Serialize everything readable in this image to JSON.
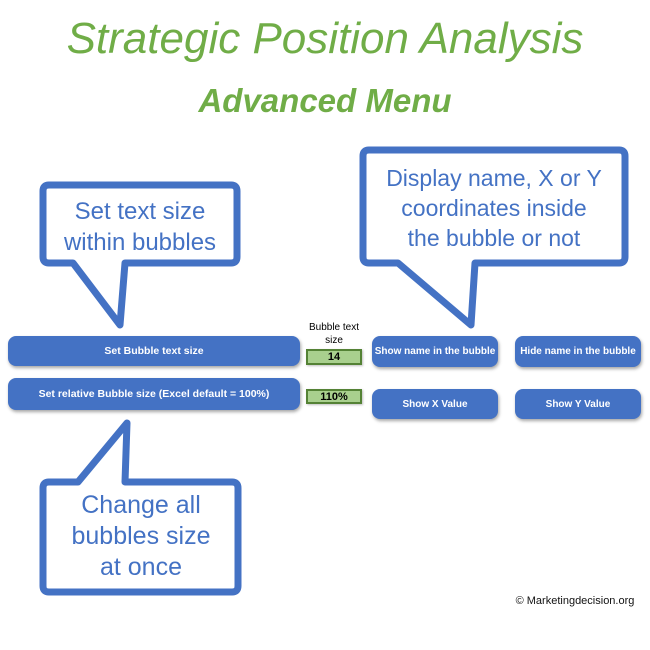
{
  "header": {
    "title": "Strategic Position Analysis",
    "subtitle": "Advanced Menu"
  },
  "callouts": {
    "set_text_size": {
      "lines": [
        "Set text size",
        "within bubbles"
      ]
    },
    "display_name": {
      "lines": [
        "Display name, X or Y",
        "coordinates inside",
        "the bubble or not"
      ]
    },
    "change_size": {
      "lines": [
        "Change all",
        "bubbles size",
        "at once"
      ]
    }
  },
  "buttons": {
    "set_bubble_text_size": "Set Bubble text size",
    "set_relative_bubble_size": "Set relative Bubble size (Excel default = 100%)",
    "show_name": "Show name in the bubble",
    "hide_name": "Hide name in the bubble",
    "show_x": "Show X Value",
    "show_y": "Show Y Value"
  },
  "cells": {
    "bubble_text_size_label": {
      "lines": [
        "Bubble text",
        "size"
      ]
    },
    "bubble_text_size_value": "14",
    "relative_bubble_size_value": "110%"
  },
  "footer": {
    "copyright": "© Marketingdecision.org"
  },
  "colors": {
    "title_green": "#70AD47",
    "accent_blue": "#4472C4",
    "cell_fill": "#A9D08E",
    "cell_border": "#548235"
  }
}
